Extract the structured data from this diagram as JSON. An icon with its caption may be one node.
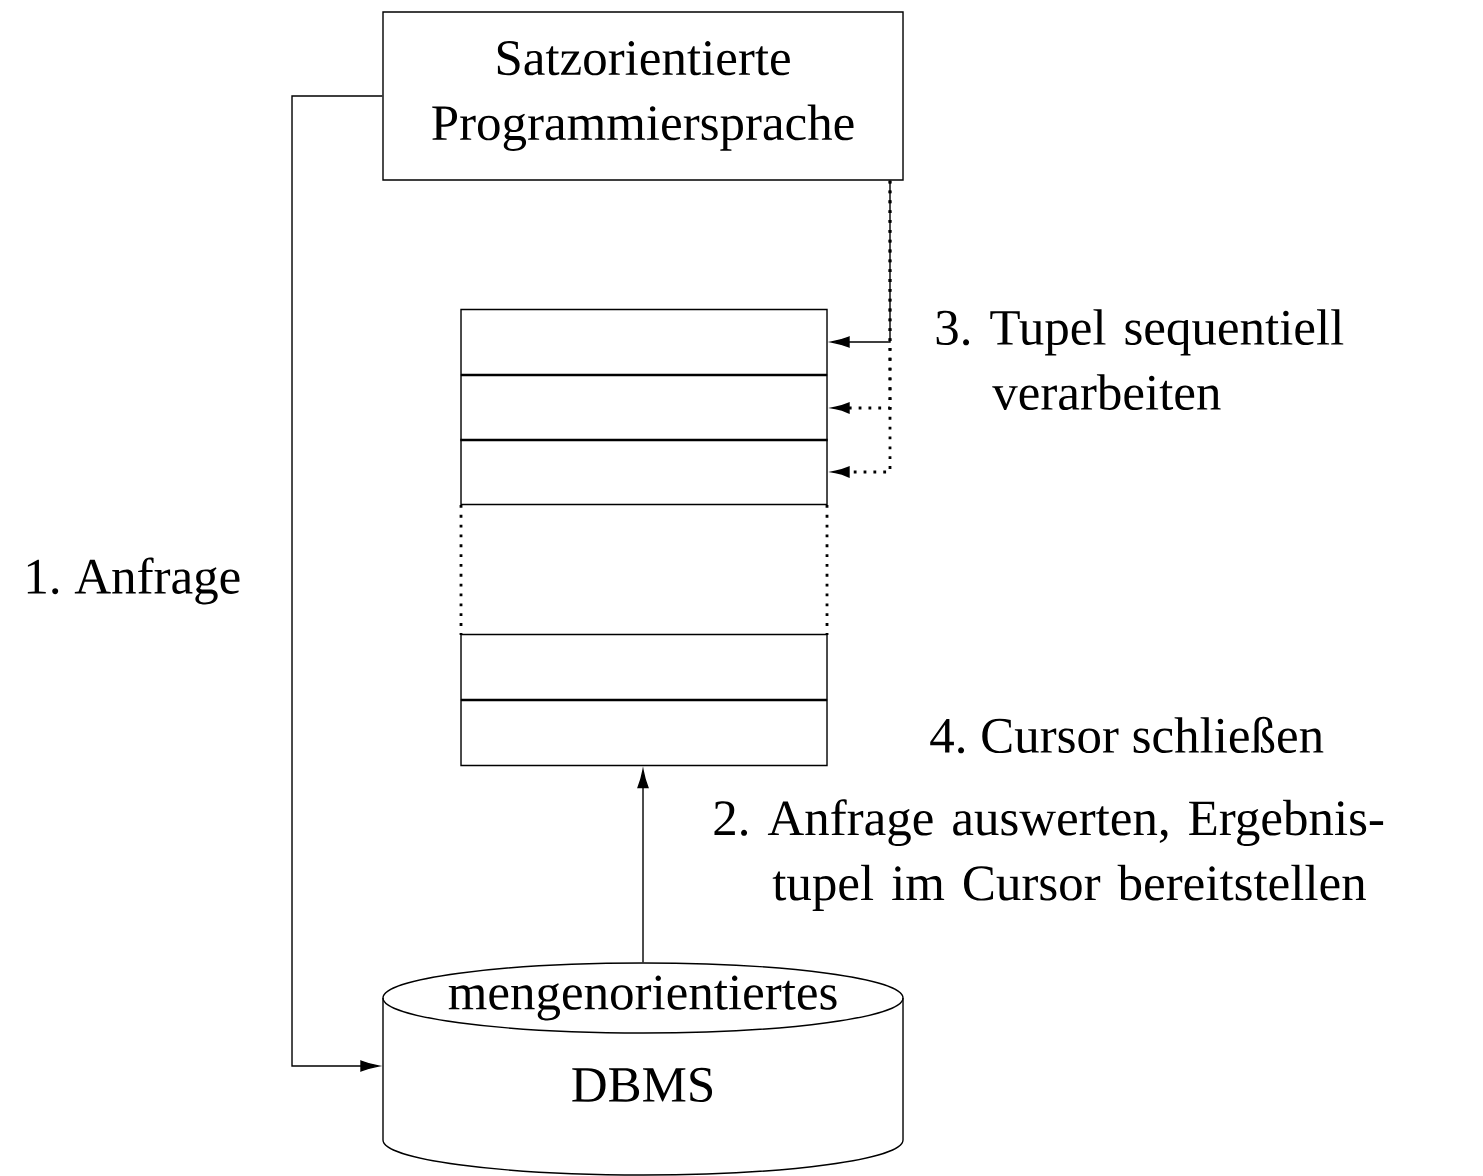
{
  "diagram": {
    "nodes": [
      {
        "text": [
          "Satzorientierte Programmiersprache"
        ]
      },
      {
        "text": [],
        "shape": "box"
      },
      {
        "text": [],
        "shape": "box"
      },
      {
        "text": [],
        "shape": "box"
      },
      {
        "text": [],
        "shape": "box"
      },
      {
        "text": [],
        "shape": "box"
      },
      {
        "text": [
          "mengenorientiertes",
          "DBMS"
        ]
      }
    ],
    "edges": [
      {
        "from": 0,
        "to": 6,
        "arrow": "to",
        "label": "1. Anfrage"
      },
      {
        "from": 6,
        "to": 5,
        "arrow": "to",
        "label": "2. Anfrage auswerten, Ergebnis- tupel im Cursor bereitstellen"
      },
      {
        "from": 0,
        "to": 1,
        "arrow": "to",
        "label": "3. Tupel sequentiell verarbeiten"
      },
      {
        "from": 0,
        "to": 2,
        "arrow": "to",
        "style": "dashed"
      },
      {
        "from": 0,
        "to": 3,
        "arrow": "to",
        "style": "dashed"
      }
    ],
    "labels": [
      "4. Cursor schließen"
    ]
  }
}
